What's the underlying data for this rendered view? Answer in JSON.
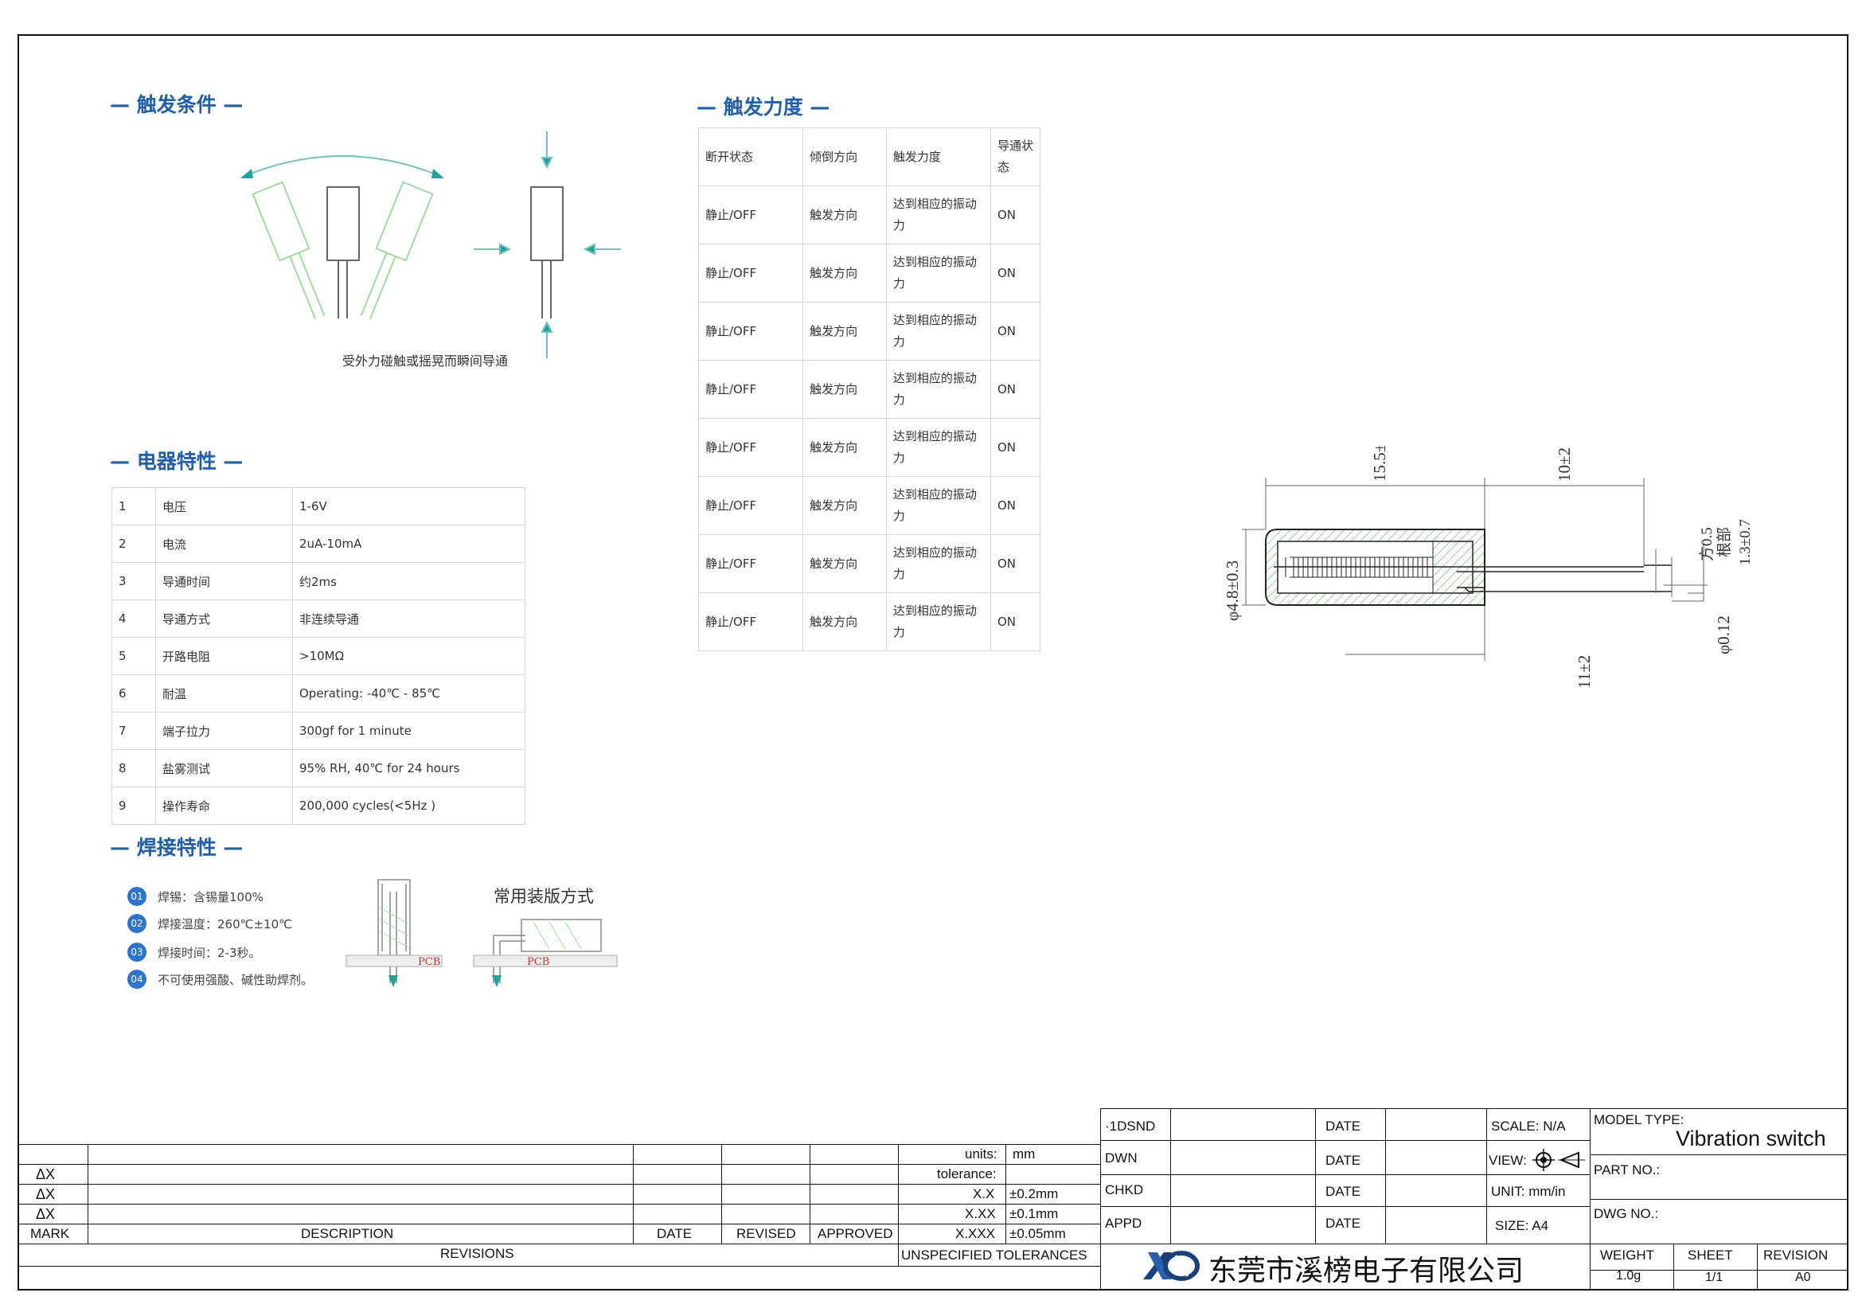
{
  "sections": {
    "trigger_condition": "— 触发条件 —",
    "trigger_force": "— 触发力度 —",
    "electrical": "— 电器特性 —",
    "welding": "— 焊接特性 —"
  },
  "trigger_caption": "受外力碰触或摇晃而瞬间导通",
  "force_table": {
    "headers": [
      "断开状态",
      "倾倒方向",
      "触发力度",
      "导通状态"
    ],
    "rows": [
      [
        "静止/OFF",
        "触发方向",
        "达到相应的振动力",
        "ON"
      ],
      [
        "静止/OFF",
        "触发方向",
        "达到相应的振动力",
        "ON"
      ],
      [
        "静止/OFF",
        "触发方向",
        "达到相应的振动力",
        "ON"
      ],
      [
        "静止/OFF",
        "触发方向",
        "达到相应的振动力",
        "ON"
      ],
      [
        "静止/OFF",
        "触发方向",
        "达到相应的振动力",
        "ON"
      ],
      [
        "静止/OFF",
        "触发方向",
        "达到相应的振动力",
        "ON"
      ],
      [
        "静止/OFF",
        "触发方向",
        "达到相应的振动力",
        "ON"
      ],
      [
        "静止/OFF",
        "触发方向",
        "达到相应的振动力",
        "ON"
      ]
    ]
  },
  "electrical_table": [
    [
      "1",
      "电压",
      "1-6V"
    ],
    [
      "2",
      "电流",
      "2uA-10mA"
    ],
    [
      "3",
      "导通时间",
      "约2ms"
    ],
    [
      "4",
      "导通方式",
      "非连续导通"
    ],
    [
      "5",
      "开路电阻",
      ">10MΩ"
    ],
    [
      "6",
      "耐温",
      "Operating: -40℃ - 85℃"
    ],
    [
      "7",
      "端子拉力",
      "300gf for 1 minute"
    ],
    [
      "8",
      "盐雾测试",
      "95% RH, 40℃ for 24 hours"
    ],
    [
      "9",
      "操作寿命",
      "200,000 cycles(<5Hz )"
    ]
  ],
  "welding": {
    "items": [
      {
        "num": "01",
        "text": "焊锡：含锡量100%"
      },
      {
        "num": "02",
        "text": "焊接温度：260℃±10℃"
      },
      {
        "num": "03",
        "text": "焊接时间：2-3秒。"
      },
      {
        "num": "04",
        "text": "不可使用强酸、碱性助焊剂。"
      }
    ],
    "mount_title": "常用装版方式",
    "pcb_label": "PCB"
  },
  "dimensions": {
    "total_length": "15.5±2",
    "lead_length": "10±2",
    "body_length": "11±2",
    "diameter": "φ4.8±0.3",
    "lead_diameter": "φ0.12",
    "square": "方0.5",
    "root": "根部",
    "root_dim": "1.3±0.7"
  },
  "title_block": {
    "revisions": {
      "delta_rows": [
        "ΔX",
        "ΔX",
        "ΔX"
      ],
      "mark": "MARK",
      "description": "DESCRIPTION",
      "date": "DATE",
      "revised": "REVISED",
      "approved": "APPROVED",
      "revisions": "REVISIONS"
    },
    "tolerances": {
      "units_label": "units:",
      "units_value": "mm",
      "tolerance_label": "tolerance:",
      "x1_label": "X.X",
      "x1_value": "±0.2mm",
      "x2_label": "X.XX",
      "x2_value": "±0.1mm",
      "x3_label": "X.XXX",
      "x3_value": "±0.05mm",
      "footer": "UNSPECIFIED TOLERANCES"
    },
    "signoff": {
      "rows": [
        {
          "role": "·1DSND",
          "date": "DATE"
        },
        {
          "role": "DWN",
          "date": "DATE"
        },
        {
          "role": "CHKD",
          "date": "DATE"
        },
        {
          "role": "APPD",
          "date": "DATE"
        }
      ]
    },
    "scale": "SCALE: N/A",
    "view": "VIEW:",
    "unit": "UNIT: mm/in",
    "size": "SIZE: A4",
    "model_type_label": "MODEL TYPE:",
    "model_type_value": "Vibration switch",
    "part_no": "PART NO.:",
    "dwg_no": "DWG NO.:",
    "weight_label": "WEIGHT",
    "weight_value": "1.0g",
    "sheet_label": "SHEET",
    "sheet_value": "1/1",
    "revision_label": "REVISION",
    "revision_value": "A0",
    "company": "东莞市溪榜电子有限公司"
  }
}
